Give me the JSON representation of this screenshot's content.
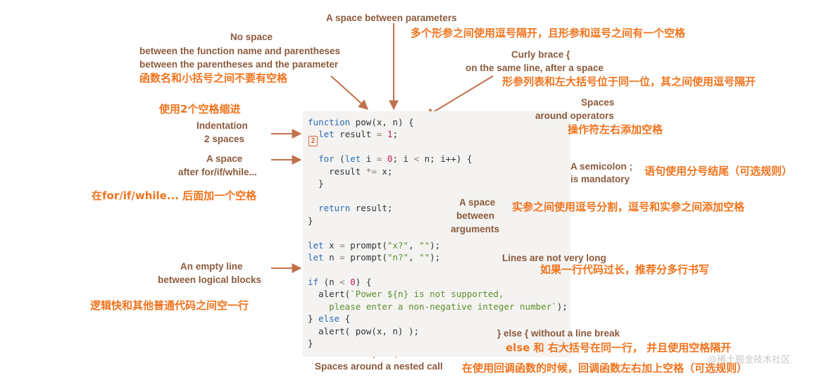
{
  "code": {
    "lines": [
      [
        {
          "t": "function",
          "c": "kw"
        },
        {
          "t": " pow(x, n) {"
        }
      ],
      [
        {
          "t": "  "
        },
        {
          "t": "let",
          "c": "kw"
        },
        {
          "t": " result "
        },
        {
          "t": "=",
          "c": "op"
        },
        {
          "t": " "
        },
        {
          "t": "1",
          "c": "num"
        },
        {
          "t": ";"
        }
      ],
      [
        {
          "t": ""
        }
      ],
      [
        {
          "t": "  "
        },
        {
          "t": "for",
          "c": "kw"
        },
        {
          "t": " ("
        },
        {
          "t": "let",
          "c": "kw"
        },
        {
          "t": " i "
        },
        {
          "t": "=",
          "c": "op"
        },
        {
          "t": " "
        },
        {
          "t": "0",
          "c": "num"
        },
        {
          "t": "; i "
        },
        {
          "t": "<",
          "c": "op"
        },
        {
          "t": " n; i++) {"
        }
      ],
      [
        {
          "t": "    result "
        },
        {
          "t": "*=",
          "c": "op"
        },
        {
          "t": " x;"
        }
      ],
      [
        {
          "t": "  }"
        }
      ],
      [
        {
          "t": ""
        }
      ],
      [
        {
          "t": "  "
        },
        {
          "t": "return",
          "c": "kw"
        },
        {
          "t": " result;"
        }
      ],
      [
        {
          "t": "}"
        }
      ],
      [
        {
          "t": ""
        }
      ],
      [
        {
          "t": "let",
          "c": "kw"
        },
        {
          "t": " x "
        },
        {
          "t": "=",
          "c": "op"
        },
        {
          "t": " prompt("
        },
        {
          "t": "\"x?\"",
          "c": "str"
        },
        {
          "t": ", "
        },
        {
          "t": "\"\"",
          "c": "str"
        },
        {
          "t": ");"
        }
      ],
      [
        {
          "t": "let",
          "c": "kw"
        },
        {
          "t": " n "
        },
        {
          "t": "=",
          "c": "op"
        },
        {
          "t": " prompt("
        },
        {
          "t": "\"n?\"",
          "c": "str"
        },
        {
          "t": ", "
        },
        {
          "t": "\"\"",
          "c": "str"
        },
        {
          "t": ");"
        }
      ],
      [
        {
          "t": ""
        }
      ],
      [
        {
          "t": "if",
          "c": "kw"
        },
        {
          "t": " (n "
        },
        {
          "t": "<",
          "c": "op"
        },
        {
          "t": " "
        },
        {
          "t": "0",
          "c": "num"
        },
        {
          "t": ") {"
        }
      ],
      [
        {
          "t": "  alert("
        },
        {
          "t": "`Power ${n} is not supported,",
          "c": "str"
        }
      ],
      [
        {
          "t": "    please enter a non-negative integer number`",
          "c": "str"
        },
        {
          "t": ");"
        }
      ],
      [
        {
          "t": "} "
        },
        {
          "t": "else",
          "c": "kw"
        },
        {
          "t": " {"
        }
      ],
      [
        {
          "t": "  alert( pow(x, n) );"
        }
      ],
      [
        {
          "t": "}"
        }
      ]
    ],
    "gutter_mark": "2"
  },
  "annotations": {
    "params_en": "A space between parameters",
    "params_zh": "多个形参之间使用逗号隔开，且形参和逗号之间有一个空格",
    "nospace_en_1": "No space",
    "nospace_en_2": "between the function name and parentheses",
    "nospace_en_3": "between the parentheses and the parameter",
    "nospace_zh": "函数名和小括号之间不要有空格",
    "brace_en_1": "Curly brace {",
    "brace_en_2": "on the same line, after a space",
    "brace_zh": "形参列表和左大括号位于同一位，其之间使用逗号隔开",
    "indent_zh": "使用2个空格缩进",
    "indent_en_1": "Indentation",
    "indent_en_2": "2 spaces",
    "ops_en_1": "Spaces",
    "ops_en_2": "around operators",
    "ops_zh": "操作符左右添加空格",
    "afterfor_en_1": "A space",
    "afterfor_en_2": "after for/if/while...",
    "semicolon_en_1": "A semicolon ;",
    "semicolon_en_2": "is mandatory",
    "semicolon_zh": "语句使用分号结尾（可选规则）",
    "afterfor_zh": "在for/if/while... 后面加一个空格",
    "args_en_1": "A space",
    "args_en_2": "between",
    "args_en_3": "arguments",
    "args_zh": "实参之间使用逗号分割，逗号和实参之间添加空格",
    "long_en": "Lines are not very long",
    "long_zh": "如果一行代码过长，推荐分多行书写",
    "empty_en_1": "An empty line",
    "empty_en_2": "between logical blocks",
    "empty_zh": "逻辑快和其他普通代码之间空一行",
    "else_en": "} else { without a line break",
    "else_zh": "else 和 右大括号在同一行， 并且使用空格隔开",
    "nested_en": "Spaces around a nested call",
    "nested_zh": "在使用回调函数的时候，回调函数左右加上空格（可选规则）",
    "watermark": "@稀土掘金技术社区"
  },
  "colors": {
    "english_label": "#8b5a3c",
    "chinese_label": "#f0741e",
    "arrow": "#c0714a",
    "code_bg": "#f4f3f1",
    "keyword": "#2c6cb4",
    "number": "#c2185b",
    "string": "#5f8f2e"
  }
}
